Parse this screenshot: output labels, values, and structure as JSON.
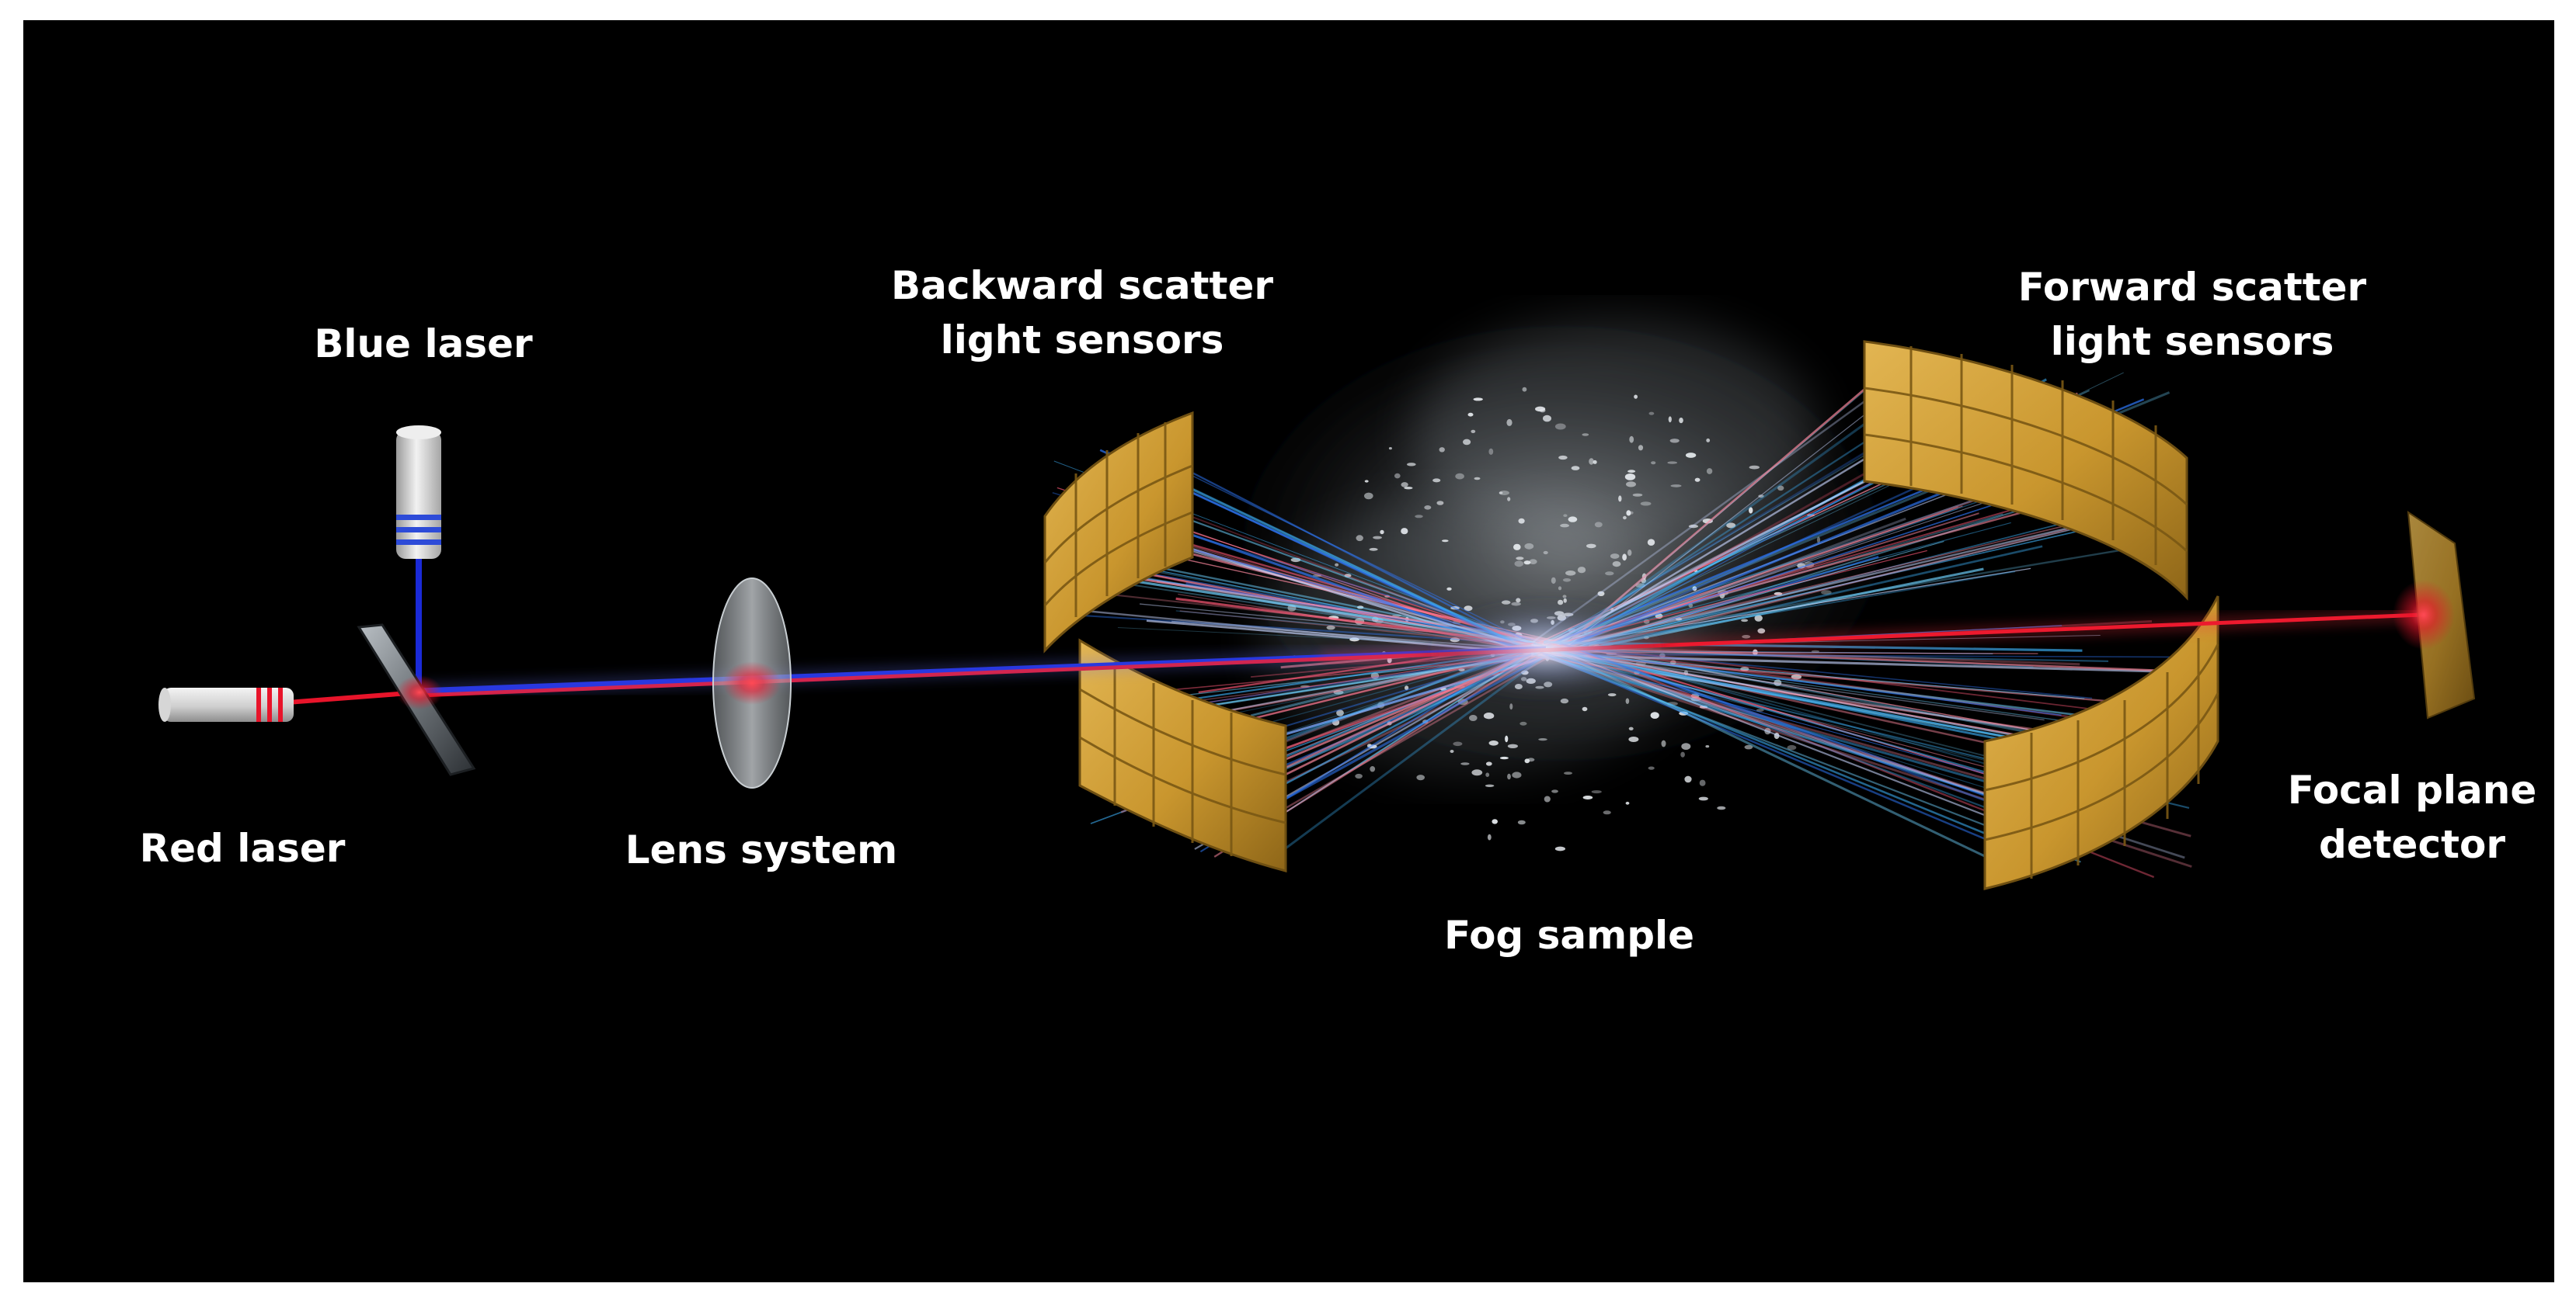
{
  "labels": {
    "blue_laser": "Blue laser",
    "red_laser": "Red laser",
    "lens_system": "Lens system",
    "backward_line1": "Backward scatter",
    "backward_line2": "light sensors",
    "forward_line1": "Forward scatter",
    "forward_line2": "light sensors",
    "fog_sample": "Fog sample",
    "focal_line1": "Focal plane",
    "focal_line2": "detector"
  },
  "colors": {
    "background": "#000000",
    "page_border": "#ffffff",
    "red_beam": "#e8142a",
    "blue_beam": "#1a2ad8",
    "sensor_gold": "#c9962e",
    "text": "#ffffff"
  }
}
